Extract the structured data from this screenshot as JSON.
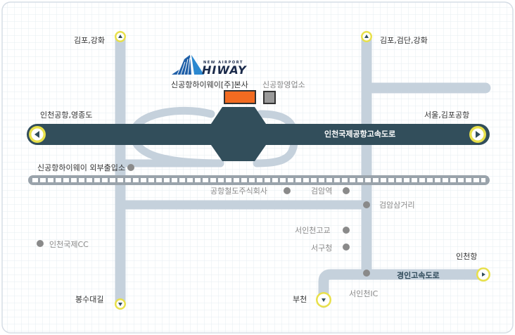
{
  "colors": {
    "grid": "#eaf0f5",
    "road": "#c5d1dc",
    "highway": "#324e5b",
    "highlight": "#e8e04a",
    "main_office": "#f26b21",
    "business_office": "#999999",
    "poi": "#8a8a8a"
  },
  "logo": {
    "small_text": "NEW AIRPORT",
    "brand": "HIWAY"
  },
  "offices": {
    "main_label": "신공항하이웨이[주]본사",
    "business_label": "신공항영업소"
  },
  "highways": {
    "airport_expressway": "인천국제공항고속도로",
    "gyeongin_expressway": "경인고속도로"
  },
  "destinations": {
    "left_top": "김포,강화",
    "right_top": "김포,검단,강화",
    "west": "인천공항,영종도",
    "east": "서울,김포공항",
    "incheon_port": "인천항",
    "bucheon": "부천",
    "bongsu": "봉수대길"
  },
  "places": {
    "exit": "신공항하이웨이 외부출입소",
    "railway_co": "공항철도주식회사",
    "geomam_station": "검암역",
    "geomam_junction": "검암삼거리",
    "seoin_school": "서인천고교",
    "seogu_office": "서구청",
    "incheon_cc": "인천국제CC",
    "seoin_ic": "서인천IC"
  },
  "icons": [
    "arrow-left-icon",
    "arrow-right-icon",
    "arrow-up-icon",
    "arrow-down-icon",
    "poi-dot-icon"
  ]
}
